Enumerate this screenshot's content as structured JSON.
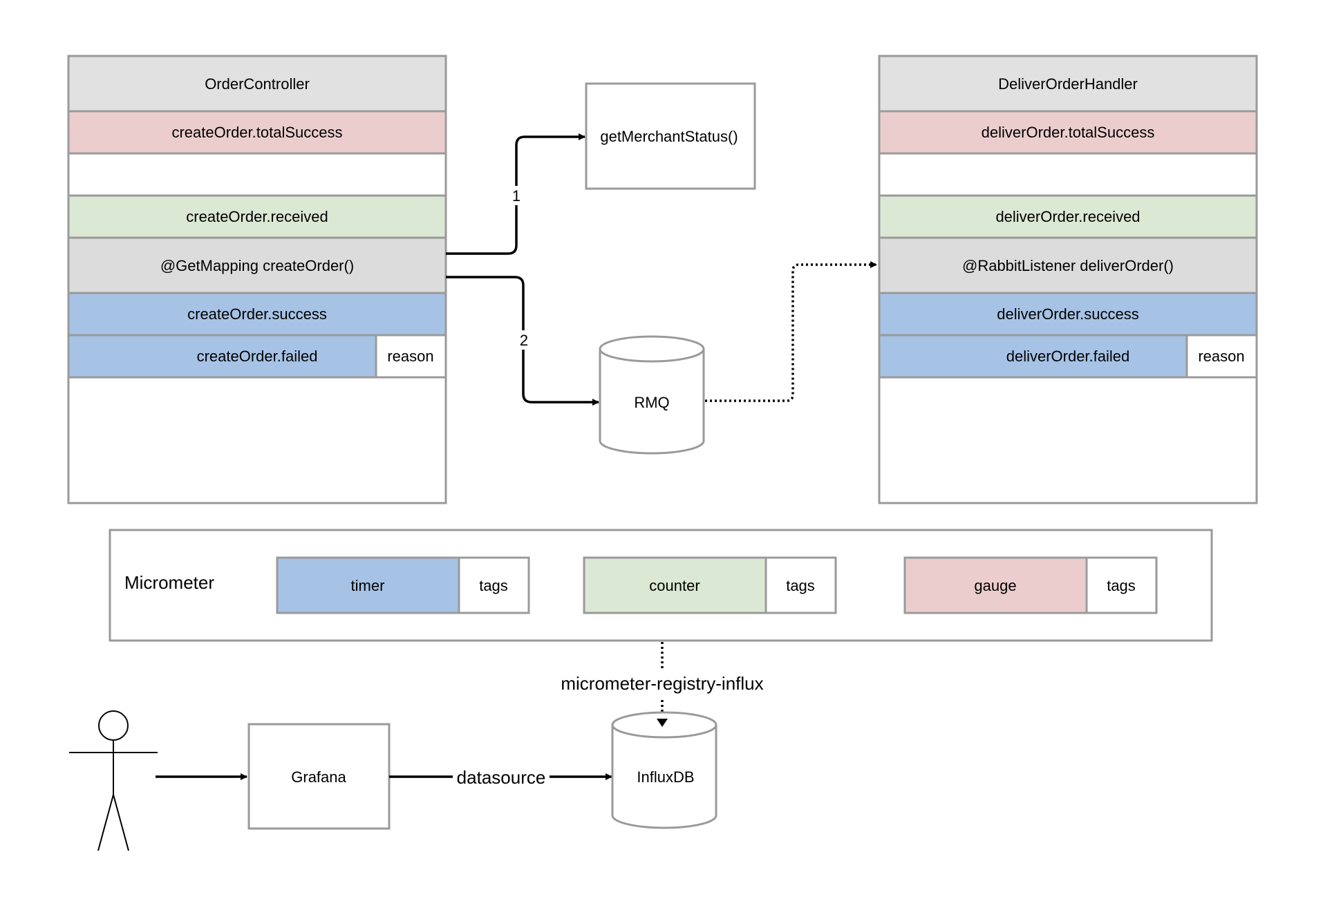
{
  "colors": {
    "border": "#9a9a9a",
    "header_fill": "#e1e1e1",
    "method_fill": "#dcdcdc",
    "gauge_fill": "#eccdcd",
    "counter_fill": "#dbe8d4",
    "timer_fill": "#a6c3e6",
    "white": "#ffffff",
    "line": "#000000"
  },
  "order_controller": {
    "title": "OrderController",
    "gauge_metric": "createOrder.totalSuccess",
    "counter_metric": "createOrder.received",
    "method": "@GetMapping createOrder()",
    "success_metric": "createOrder.success",
    "failed_metric": "createOrder.failed",
    "failed_tag": "reason"
  },
  "deliver_handler": {
    "title": "DeliverOrderHandler",
    "gauge_metric": "deliverOrder.totalSuccess",
    "counter_metric": "deliverOrder.received",
    "method": "@RabbitListener deliverOrder()",
    "success_metric": "deliverOrder.success",
    "failed_metric": "deliverOrder.failed",
    "failed_tag": "reason"
  },
  "merchant_call": {
    "label": "getMerchantStatus()",
    "edge_label": "1"
  },
  "rmq": {
    "label": "RMQ",
    "edge_label": "2"
  },
  "micrometer": {
    "title": "Micrometer",
    "timer": "timer",
    "counter": "counter",
    "gauge": "gauge",
    "tags": "tags"
  },
  "registry_label": "micrometer-registry-influx",
  "grafana": {
    "label": "Grafana"
  },
  "datasource_label": "datasource",
  "influxdb": {
    "label": "InfluxDB"
  }
}
